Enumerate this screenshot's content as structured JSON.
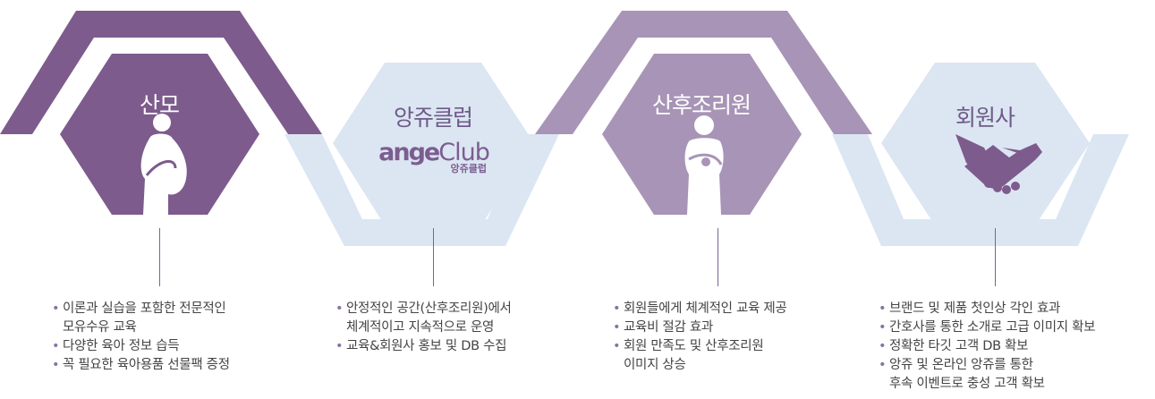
{
  "colors": {
    "dark_purple": "#7d5b8c",
    "mid_purple": "#a794b6",
    "light_blue": "#dbe6f2",
    "line": "#7a6492",
    "text": "#444444"
  },
  "stages": [
    {
      "title": "산모",
      "icon": "pregnant-woman-icon",
      "bullets": [
        "이론과 실습을 포함한 전문적인\n모유수유 교육",
        "다양한 육아 정보 습득",
        "꼭 필요한 육아용품 선물팩 증정"
      ]
    },
    {
      "title": "앙쥬클럽",
      "logo": {
        "main": "ange",
        "club": "Club",
        "sub": "앙쥬클럽"
      },
      "bullets": [
        "안정적인 공간(산후조리원)에서\n체계적이고 지속적으로 운영",
        "교육&회원사 홍보 및 DB 수집"
      ]
    },
    {
      "title": "산후조리원",
      "icon": "mother-holding-baby-icon",
      "bullets": [
        "회원들에게 체계적인 교육 제공",
        "교육비 절감 효과",
        "회원 만족도 및 산후조리원\n이미지 상승"
      ]
    },
    {
      "title": "회원사",
      "icon": "handshake-icon",
      "bullets": [
        "브랜드 및 제품 첫인상 각인 효과",
        "간호사를 통한 소개로 고급 이미지 확보",
        "정확한 타깃 고객 DB 확보",
        "앙쥬 및 온라인 앙쥬를 통한\n후속 이벤트로 충성 고객 확보"
      ]
    }
  ]
}
